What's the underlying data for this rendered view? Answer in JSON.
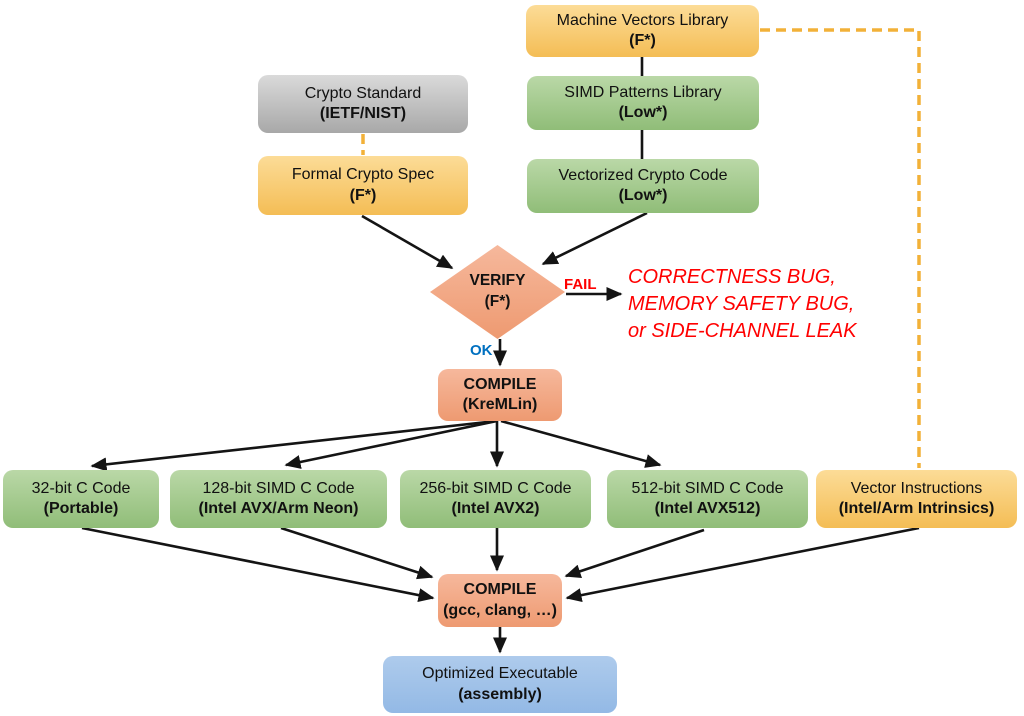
{
  "diagram": {
    "nodes": {
      "machine_vectors": {
        "line1": "Machine Vectors Library",
        "line2": "(F*)"
      },
      "crypto_standard": {
        "line1": "Crypto Standard",
        "line2": "(IETF/NIST)"
      },
      "simd_patterns": {
        "line1": "SIMD Patterns Library",
        "line2": "(Low*)"
      },
      "formal_spec": {
        "line1": "Formal Crypto Spec",
        "line2": "(F*)"
      },
      "vectorized_code": {
        "line1": "Vectorized Crypto Code",
        "line2": "(Low*)"
      },
      "verify": {
        "line1": "VERIFY",
        "line2": "(F*)"
      },
      "compile_kremlin": {
        "line1": "COMPILE",
        "line2": "(KreMLin)"
      },
      "c32": {
        "line1": "32-bit C Code",
        "line2": "(Portable)"
      },
      "c128": {
        "line1": "128-bit SIMD C Code",
        "line2": "(Intel AVX/Arm Neon)"
      },
      "c256": {
        "line1": "256-bit SIMD C Code",
        "line2": "(Intel AVX2)"
      },
      "c512": {
        "line1": "512-bit SIMD C Code",
        "line2": "(Intel AVX512)"
      },
      "vector_instr": {
        "line1": "Vector Instructions",
        "line2": "(Intel/Arm Intrinsics)"
      },
      "compile_gcc": {
        "line1": "COMPILE",
        "line2": "(gcc, clang, …)"
      },
      "optimized": {
        "line1": "Optimized Executable",
        "line2": "(assembly)"
      }
    },
    "labels": {
      "fail": "FAIL",
      "ok": "OK",
      "error": {
        "line1": "CORRECTNESS BUG,",
        "line2": "MEMORY SAFETY BUG,",
        "line3": "or SIDE-CHANNEL LEAK"
      }
    },
    "colors": {
      "yellow_top": "#FCDC97",
      "yellow_bottom": "#F4BD55",
      "green_top": "#BAD8A7",
      "green_bottom": "#90BD78",
      "gray_top": "#DADADA",
      "gray_bottom": "#A8A8A8",
      "salmon_top": "#F6B89C",
      "salmon_bottom": "#EE9A71",
      "blue_top": "#AECBEC",
      "blue_bottom": "#93B9E5",
      "dashed_gold": "#F2B138",
      "arrow_black": "#141414",
      "fail_red": "#FF0000",
      "ok_blue": "#0070C0",
      "error_red": "#FF0000"
    }
  }
}
